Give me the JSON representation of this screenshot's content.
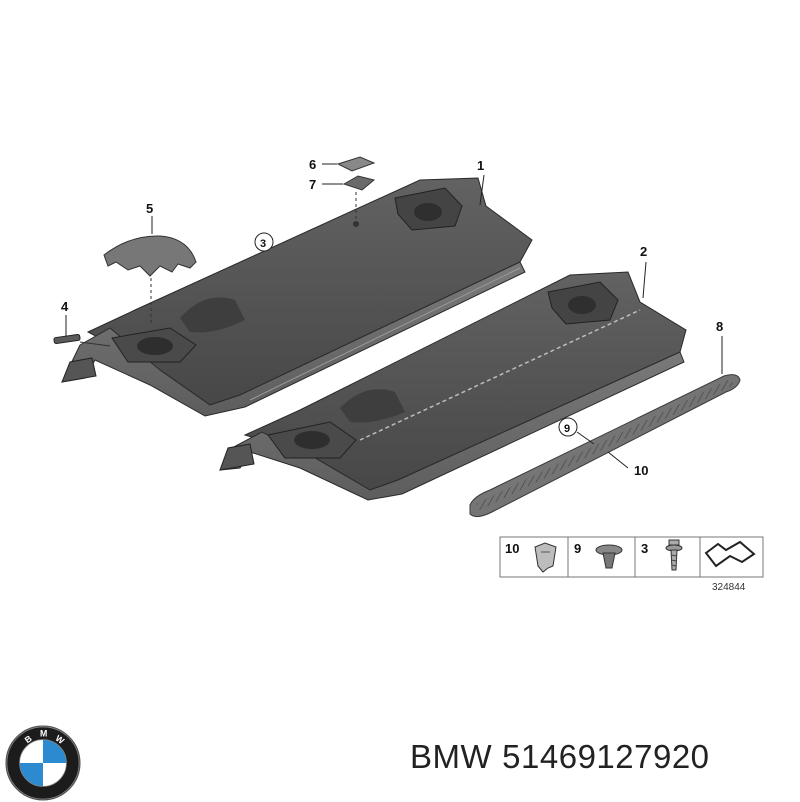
{
  "callouts": [
    {
      "id": "1",
      "label": "1"
    },
    {
      "id": "2",
      "label": "2"
    },
    {
      "id": "3",
      "label": "3"
    },
    {
      "id": "4",
      "label": "4"
    },
    {
      "id": "5",
      "label": "5"
    },
    {
      "id": "6",
      "label": "6"
    },
    {
      "id": "7",
      "label": "7"
    },
    {
      "id": "8",
      "label": "8"
    },
    {
      "id": "9",
      "label": "9"
    },
    {
      "id": "10",
      "label": "10"
    }
  ],
  "legend": {
    "items": [
      {
        "number": "10",
        "icon": "clip-nut-icon"
      },
      {
        "number": "9",
        "icon": "expanding-rivet-icon"
      },
      {
        "number": "3",
        "icon": "screw-icon"
      }
    ],
    "extra_icon": "stepped-seal-icon",
    "ref_code": "324844"
  },
  "brand": "BMW",
  "part_number": "51469127920",
  "colors": {
    "panel_top": "#5a5a5a",
    "panel_face": "#6e6e6e",
    "panel_edge": "#3a3a3a",
    "line": "#222222",
    "logo_blue": "#2c8ad0"
  }
}
